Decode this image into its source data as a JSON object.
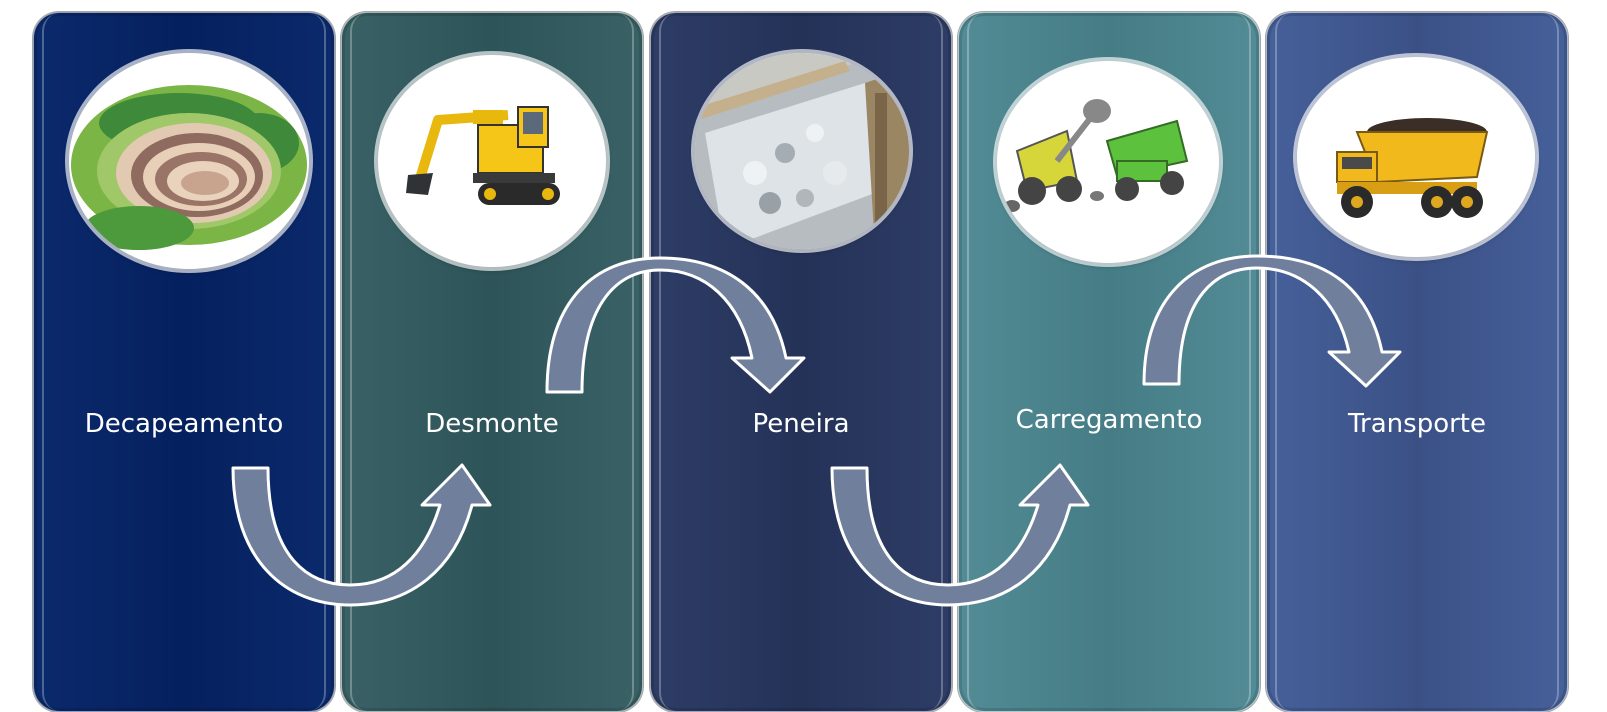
{
  "stages": [
    {
      "label": "Decapeamento",
      "icon": "open-pit-mine-icon",
      "color": "#05205e"
    },
    {
      "label": "Desmonte",
      "icon": "excavator-icon",
      "color": "#2d5458"
    },
    {
      "label": "Peneira",
      "icon": "vibrating-screen-photo",
      "color": "#243258"
    },
    {
      "label": "Carregamento",
      "icon": "wheel-loader-dump-truck-icon",
      "color": "#457c86"
    },
    {
      "label": "Transporte",
      "icon": "haul-truck-icon",
      "color": "#3b5186"
    }
  ],
  "arrow_color": "#6f7f9c"
}
